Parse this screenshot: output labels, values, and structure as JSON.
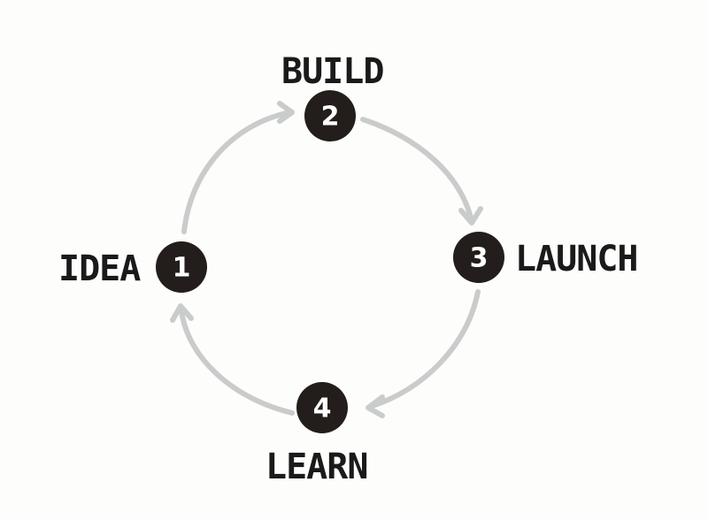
{
  "diagram": {
    "steps": [
      {
        "number": "1",
        "label": "IDEA"
      },
      {
        "number": "2",
        "label": "BUILD"
      },
      {
        "number": "3",
        "label": "LAUNCH"
      },
      {
        "number": "4",
        "label": "LEARN"
      }
    ],
    "colors": {
      "node": "#231e1c",
      "arrow": "#c9cccb",
      "text": "#1a1a1a",
      "background": "#fdfdfc"
    }
  }
}
